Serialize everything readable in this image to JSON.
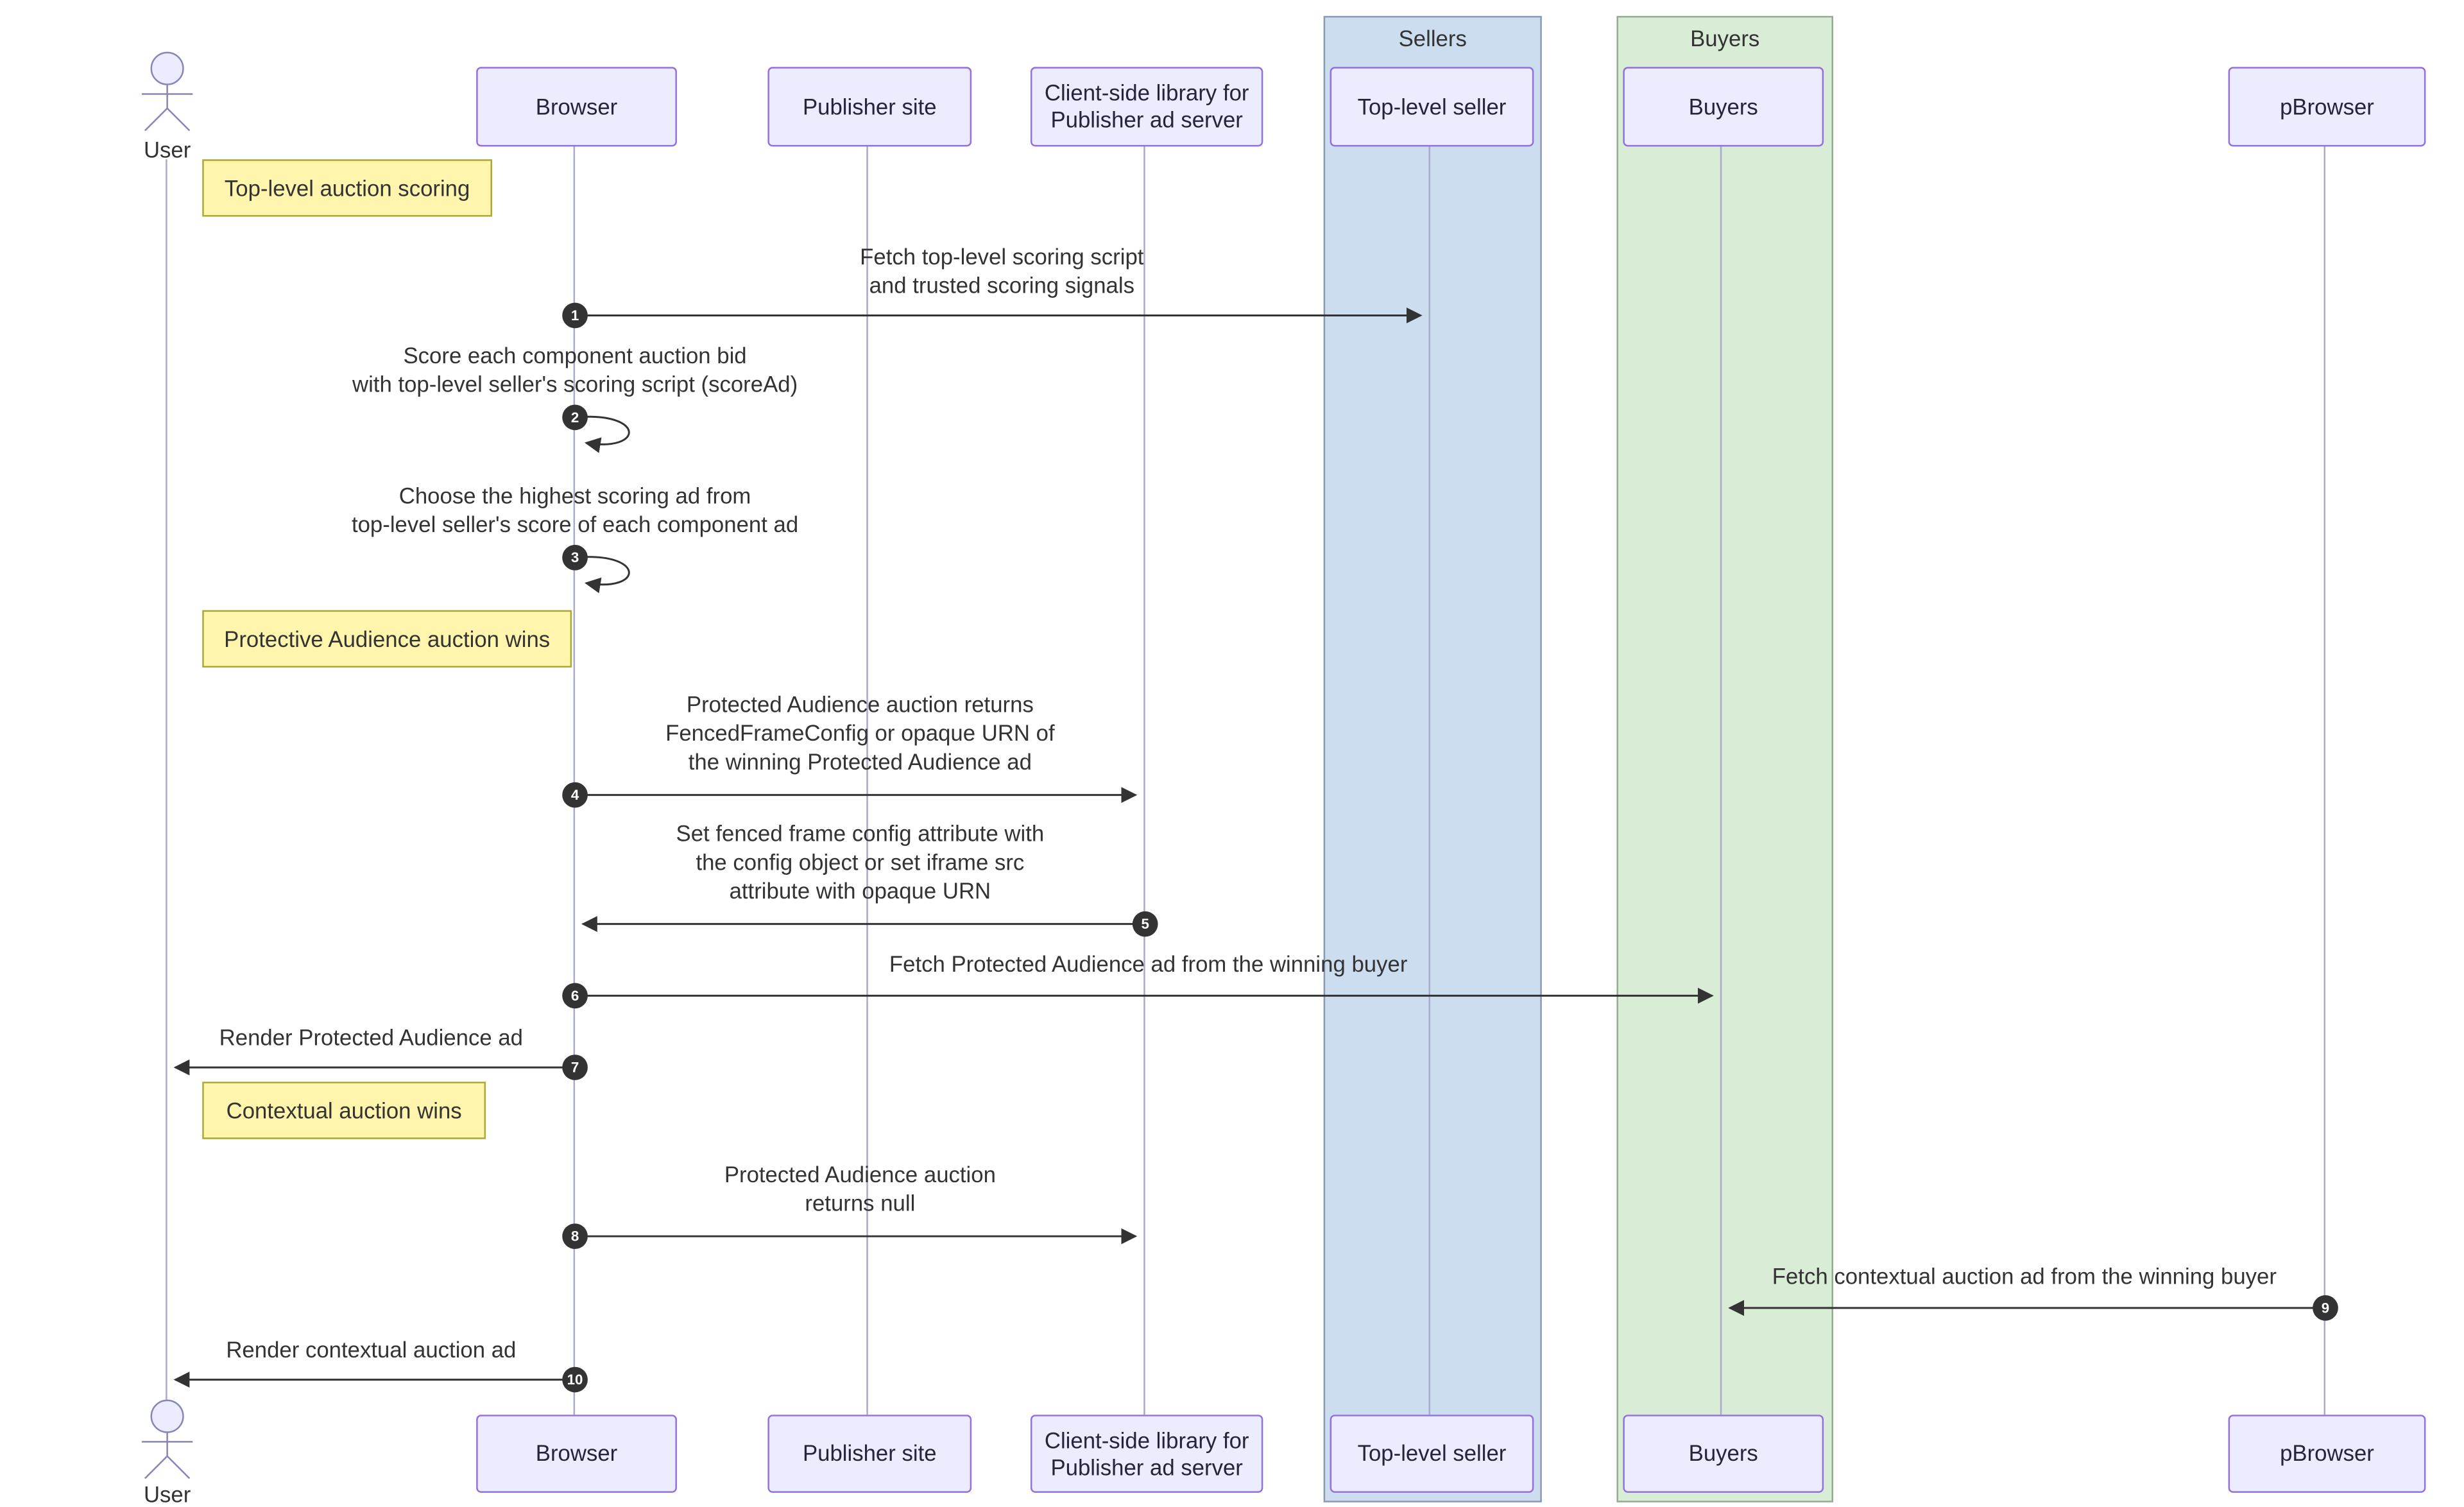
{
  "groups": [
    {
      "label": "Sellers"
    },
    {
      "label": "Buyers"
    }
  ],
  "actors": {
    "user": "User",
    "browser": "Browser",
    "publisher": "Publisher site",
    "adlib": "Client-side library for\nPublisher ad server",
    "seller": "Top-level seller",
    "buyers": "Buyers",
    "pbrowser": "pBrowser"
  },
  "notes": [
    {
      "text": "Top-level auction scoring"
    },
    {
      "text": "Protective Audience auction wins"
    },
    {
      "text": "Contextual auction wins"
    }
  ],
  "messages": [
    {
      "num": "1",
      "text": "Fetch top-level scoring script\nand trusted scoring signals"
    },
    {
      "num": "2",
      "text": "Score each component auction bid\nwith top-level seller's scoring script (scoreAd)"
    },
    {
      "num": "3",
      "text": "Choose the highest scoring ad from\ntop-level seller's score of each component ad"
    },
    {
      "num": "4",
      "text": "Protected Audience auction returns\nFencedFrameConfig or opaque URN of\nthe winning Protected Audience ad"
    },
    {
      "num": "5",
      "text": "Set fenced frame config attribute with\nthe config object or set iframe src\nattribute with opaque URN"
    },
    {
      "num": "6",
      "text": "Fetch Protected Audience ad from the winning buyer"
    },
    {
      "num": "7",
      "text": "Render Protected Audience ad"
    },
    {
      "num": "8",
      "text": "Protected Audience auction\nreturns null"
    },
    {
      "num": "9",
      "text": "Fetch contextual auction ad from the winning buyer"
    },
    {
      "num": "10",
      "text": "Render contextual auction ad"
    }
  ],
  "colors": {
    "actor_fill": "#ECECFF",
    "actor_border": "#9370DB",
    "note_fill": "#FFF5AD",
    "note_border": "#AAAA33",
    "sellers_fill": "#CDDDF0",
    "buyers_fill": "#D9ECD5",
    "lifeline": "#A9A9CC",
    "arrow": "#333333"
  }
}
